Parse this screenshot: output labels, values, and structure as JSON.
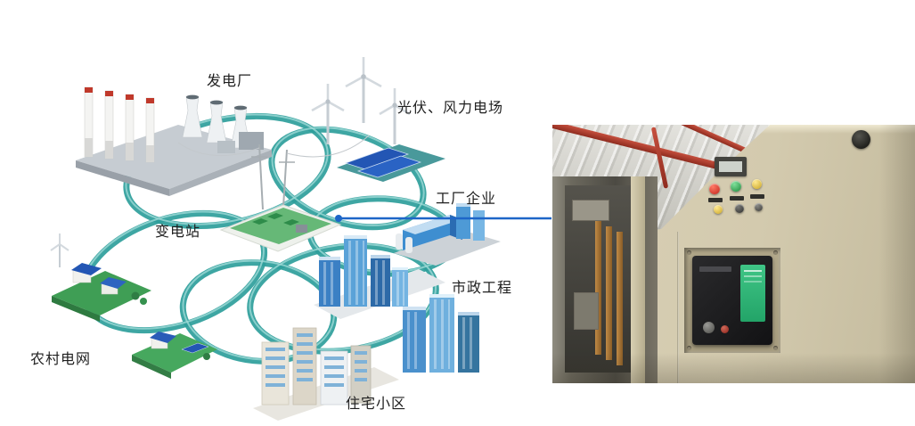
{
  "colors": {
    "ring": "#2e9e9b",
    "ring-light": "#9ed9d6",
    "connector": "#1e66c8",
    "label": "#1f1f1f"
  },
  "diagram": {
    "labels": {
      "power_plant": "发电厂",
      "solar_wind": "光伏、风力电场",
      "factory": "工厂企业",
      "substation": "变电站",
      "municipal": "市政工程",
      "rural": "农村电网",
      "residential": "住宅小区"
    }
  }
}
